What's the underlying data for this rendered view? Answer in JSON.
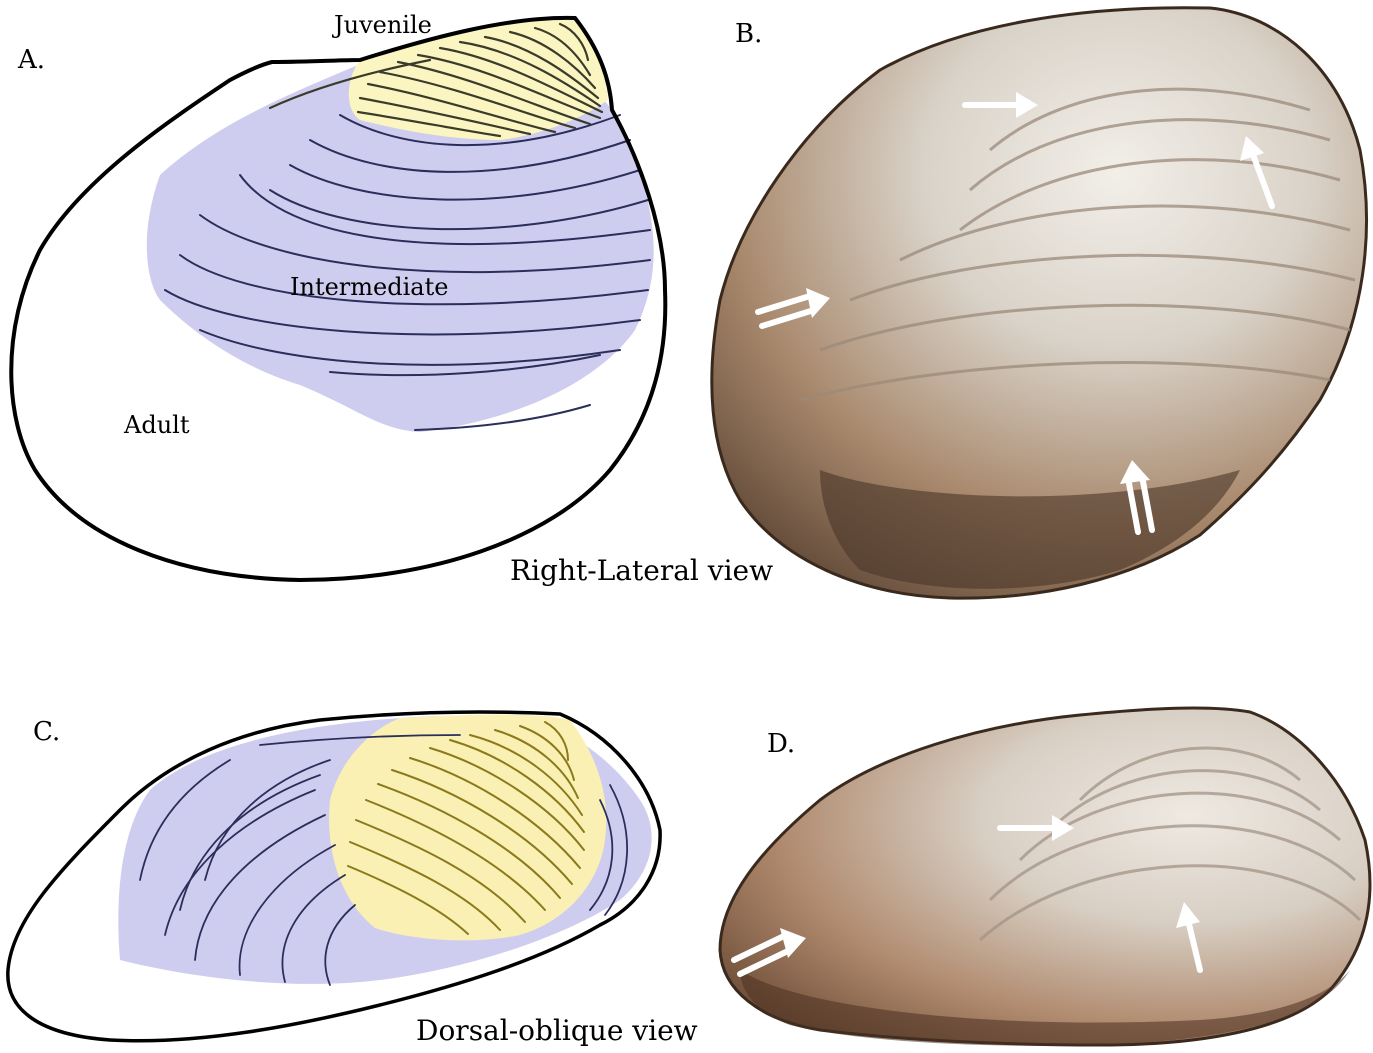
{
  "panels": {
    "a": {
      "letter": "A."
    },
    "b": {
      "letter": "B."
    },
    "c": {
      "letter": "C."
    },
    "d": {
      "letter": "D."
    }
  },
  "stages": {
    "juvenile": "Juvenile",
    "intermediate": "Intermediate",
    "adult": "Adult"
  },
  "captions": {
    "top": "Right-Lateral view",
    "bottom": "Dorsal-oblique view"
  },
  "colors": {
    "juvenile_fill": "#fbf5c2",
    "juvenile_line": "#8a7a1c",
    "intermediate_fill": "#cfcdef",
    "intermediate_line": "#2b2e5a",
    "outline": "#000000",
    "shell_photo_light": "#e6e1d8",
    "shell_photo_dark": "#7a5a42",
    "arrow": "#ffffff"
  },
  "arrows": {
    "single": "single-arrow",
    "double": "double-arrow"
  }
}
